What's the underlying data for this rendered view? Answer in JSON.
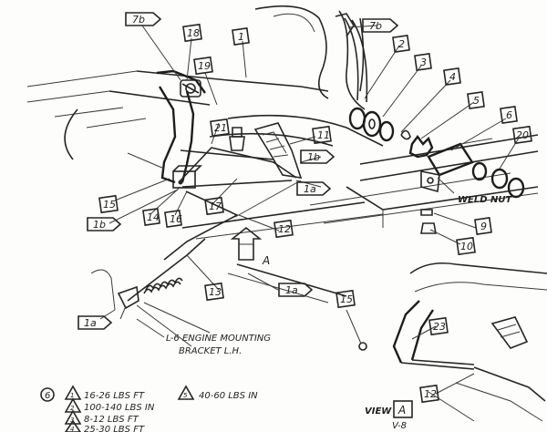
{
  "callouts": {
    "c1": "1",
    "c2": "2",
    "c3": "3",
    "c4": "4",
    "c5": "5",
    "c6": "6",
    "c7b_left": "7b",
    "c7b_right": "7b",
    "c1a_a": "1a",
    "c1a_b": "1a",
    "c1a_c": "1a",
    "c1b_a": "1b",
    "c1b_b": "1b",
    "c9": "9",
    "c10": "10",
    "c11": "11",
    "c12a": "12",
    "c12b": "12",
    "c13": "13",
    "c14": "14",
    "c15a": "15",
    "c15b": "15",
    "c16": "16",
    "c17": "17",
    "c18": "18",
    "c19": "19",
    "c20": "20",
    "c21": "21",
    "c23": "23"
  },
  "view_marker": "A",
  "weld_nut": "WELD NUT",
  "bracket_note": {
    "line1": "L-6 ENGINE MOUNTING",
    "line2": "BRACKET L.H."
  },
  "view": {
    "label": "VIEW",
    "letter": "A",
    "sub": "V-8"
  },
  "torque_specs": {
    "index": "6",
    "items": [
      {
        "mark": "1",
        "text": "16-26 LBS FT"
      },
      {
        "mark": "2",
        "text": "100-140 LBS IN"
      },
      {
        "mark": "3",
        "text": "8-12 LBS FT"
      },
      {
        "mark": "4",
        "text": "25-30 LBS FT"
      }
    ],
    "extra": {
      "mark": "5",
      "text": "40-60 LBS IN"
    }
  }
}
